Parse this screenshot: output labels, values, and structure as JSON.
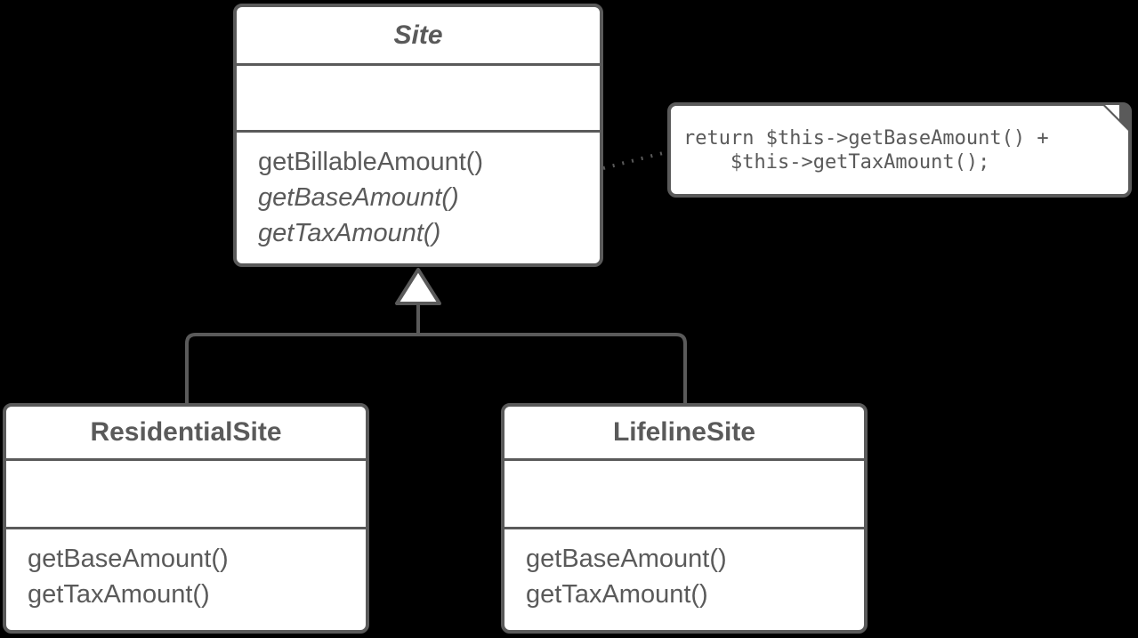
{
  "canvas": {
    "background_color": "#000000",
    "stroke_color": "#5A5A5A",
    "shape_fill_color": "#FFFFFF",
    "text_color": "#5A5A5A"
  },
  "classes": [
    {
      "name": "Site",
      "abstract": true,
      "attributes": [],
      "methods": [
        {
          "label": "getBillableAmount()",
          "abstract": false
        },
        {
          "label": "getBaseAmount()",
          "abstract": true
        },
        {
          "label": "getTaxAmount()",
          "abstract": true
        }
      ]
    },
    {
      "name": "ResidentialSite",
      "abstract": false,
      "attributes": [],
      "methods": [
        {
          "label": "getBaseAmount()",
          "abstract": false
        },
        {
          "label": "getTaxAmount()",
          "abstract": false
        }
      ]
    },
    {
      "name": "LifelineSite",
      "abstract": false,
      "attributes": [],
      "methods": [
        {
          "label": "getBaseAmount()",
          "abstract": false
        },
        {
          "label": "getTaxAmount()",
          "abstract": false
        }
      ]
    }
  ],
  "note": {
    "lines": [
      "return $this->getBaseAmount() +",
      "    $this->getTaxAmount();"
    ],
    "attached_to": "Site"
  },
  "relationships": [
    {
      "type": "generalization",
      "from": "ResidentialSite",
      "to": "Site"
    },
    {
      "type": "generalization",
      "from": "LifelineSite",
      "to": "Site"
    },
    {
      "type": "note-attachment",
      "from": "note",
      "to": "Site"
    }
  ]
}
